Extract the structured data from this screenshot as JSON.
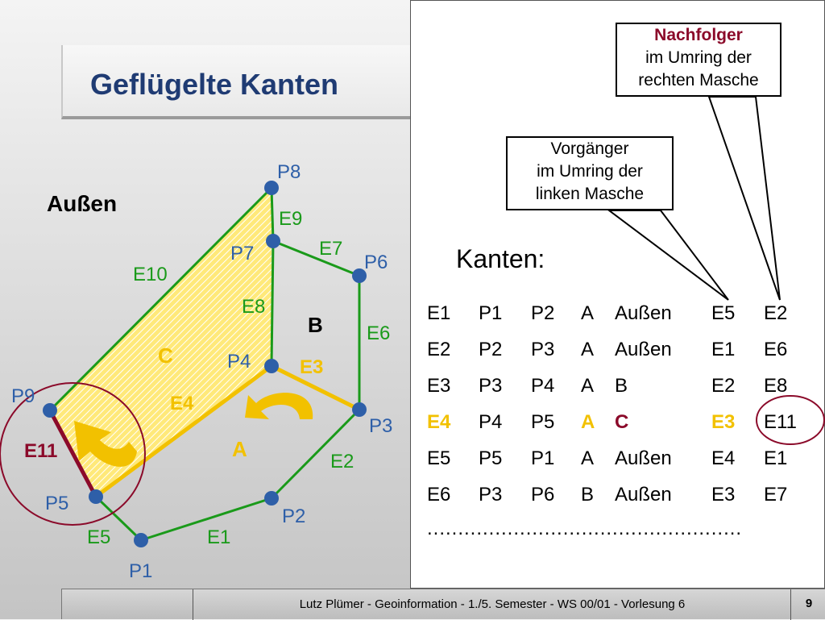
{
  "slide": {
    "title": "Geflügelte Kanten",
    "kanten_title": "Kanten:",
    "dots": "...................................................",
    "footer_text": "Lutz Plümer  -  Geoinformation  -  1./5. Semester  -  WS 00/01  -  Vorlesung 6",
    "page_number": "9"
  },
  "callouts": {
    "next_line1": "Nachfolger",
    "next_line2": "im Umring der",
    "next_line3": "rechten Masche",
    "prev_line1": "Vorgänger",
    "prev_line2": "im Umring der",
    "prev_line3": "linken Masche"
  },
  "diagram": {
    "outside_label": "Außen",
    "faces": {
      "A": "A",
      "B": "B",
      "C": "C"
    },
    "points": {
      "P1": "P1",
      "P2": "P2",
      "P3": "P3",
      "P4": "P4",
      "P5": "P5",
      "P6": "P6",
      "P7": "P7",
      "P8": "P8",
      "P9": "P9"
    },
    "edges": {
      "E1": "E1",
      "E2": "E2",
      "E3": "E3",
      "E4": "E4",
      "E5": "E5",
      "E6": "E6",
      "E7": "E7",
      "E8": "E8",
      "E9": "E9",
      "E10": "E10",
      "E11": "E11"
    }
  },
  "table": [
    [
      "E1",
      "P1",
      "P2",
      "A",
      "Außen",
      "E5",
      "E2"
    ],
    [
      "E2",
      "P2",
      "P3",
      "A",
      "Außen",
      "E1",
      "E6"
    ],
    [
      "E3",
      "P3",
      "P4",
      "A",
      "B",
      "E2",
      "E8"
    ],
    [
      "E4",
      "P4",
      "P5",
      "A",
      "C",
      "E3",
      "E11"
    ],
    [
      "E5",
      "P5",
      "P1",
      "A",
      "Außen",
      "E4",
      "E1"
    ],
    [
      "E6",
      "P3",
      "P6",
      "B",
      "Außen",
      "E3",
      "E7"
    ]
  ],
  "colors": {
    "title": "#1f3b73",
    "point": "#2e5fa8",
    "edge_green": "#1a9a1a",
    "edge_yellow": "#f2c100",
    "edge_red": "#8b0a2a",
    "point_label": "#2e5fa8"
  }
}
